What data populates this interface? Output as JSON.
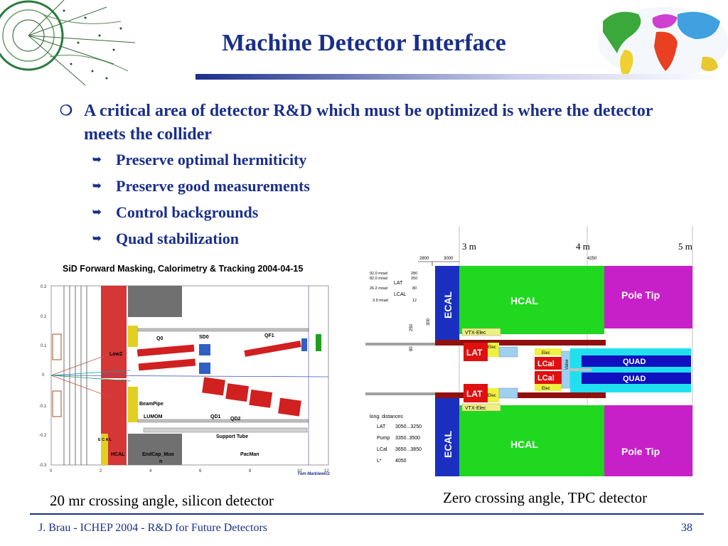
{
  "title": "Machine Detector Interface",
  "bullet": "A critical area of detector R&D which must be optimized is where the detector meets the collider",
  "sub_bullets": [
    "Preserve optimal hermiticity",
    "Preserve good measurements",
    "Control backgrounds",
    "Quad stabilization"
  ],
  "left_figure": {
    "title": "SiD Forward Masking, Calorimetry & Tracking 2004-04-15",
    "y_ticks": [
      "0.3",
      "0.2",
      "0.1",
      "0",
      "-0.1",
      "-0.2",
      "-0.3"
    ],
    "x_ticks": [
      "0",
      "2",
      "4",
      "6",
      "8",
      "10",
      "12"
    ],
    "labels": {
      "q0": "Q0",
      "sd0": "SD0",
      "qf1": "QF1",
      "lowz": "LowZ",
      "beampipe": "BeamPipe",
      "lumom": "LUMOM",
      "qd1": "QD1",
      "qd2": "QD2",
      "support_tube": "Support Tube",
      "pacman": "PacMan",
      "hcal": "HCAL",
      "endcap": "EndCap_Muo",
      "endcap2": "n",
      "ecal_vert": "E C A L"
    },
    "credit": "Tom Markiewicz"
  },
  "right_figure": {
    "m_labels": [
      "3 m",
      "4 m",
      "5 m"
    ],
    "dims_top": [
      "2800",
      "3000",
      "4250"
    ],
    "mrad": [
      {
        "a": "92.0 mrad",
        "v": "280"
      },
      {
        "a": "82.0 mrad",
        "v": "250"
      },
      {
        "a": "26.2 mrad",
        "v": "80"
      },
      {
        "a": "3.9 mrad",
        "v": "12"
      }
    ],
    "mrad_labels": [
      "LAT",
      "LCAL"
    ],
    "side_dims": [
      "250",
      "300",
      "80"
    ],
    "ecal": "ECAL",
    "hcal": "HCAL",
    "pole_tip": "Pole Tip",
    "vtx_elec": "VTX-Elec",
    "lat": "LAT",
    "lcal": "LCal",
    "elec": "Elec",
    "valve": "Valve",
    "quad": "QUAD",
    "long_dist_title": "long. distances",
    "long_dist": [
      {
        "n": "LAT",
        "v": "3050...3250"
      },
      {
        "n": "Pump",
        "v": "3350..3500"
      },
      {
        "n": "LCal",
        "v": "3650...3850"
      },
      {
        "n": "L*",
        "v": "4050"
      }
    ]
  },
  "caption_left": "20 mr crossing angle, silicon detector",
  "caption_right": "Zero crossing angle, TPC detector",
  "footer_left": "J. Brau - ICHEP 2004 - R&D for Future Detectors",
  "page_number": "38"
}
